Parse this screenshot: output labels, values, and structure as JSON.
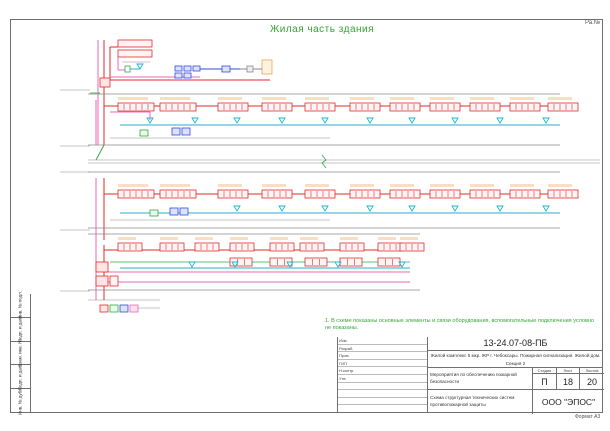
{
  "sheet": {
    "title": "Жилая часть здания",
    "corner_label": "Ра.№",
    "bottom_right_label": "Формат А3"
  },
  "note": "1. В схеме показаны основные элементы и связи оборудования, вспомогательные подключения условно не показаны.",
  "side_strip": [
    "Инв. № подл.",
    "Подп. и дата",
    "Взам. инв. №",
    "Подп. и дата",
    "Инв. № дубл."
  ],
  "title_block": {
    "code": "13-24.07-08-ПБ",
    "object": "Жилой комплекс 5 мкр. ЖР г. Чебоксары. Пожарная сигнализация. Жилой дом. Секция 2",
    "stage_header": "Стадия",
    "sheet_header": "Лист",
    "sheets_header": "Листов",
    "stage": "П",
    "sheet_no": "18",
    "sheets_total": "20",
    "name1": "Мероприятия по обеспечению пожарной безопасности",
    "name2": "Схема структурная технических систем противопожарной защиты",
    "org": "ООО \"ЭПОС\"",
    "rows": [
      "Изм.",
      "Разраб.",
      "Пров.",
      "ГИП",
      "Н.контр.",
      "Утв.",
      "",
      "",
      "",
      ""
    ]
  },
  "diagram": {
    "colors": {
      "red": "#e22a2a",
      "pink": "#e86ab4",
      "cyan": "#22b2cc",
      "green": "#33a845",
      "blue": "#2f4ed8",
      "orange": "#f0a050",
      "gray": "#8a8a8a"
    },
    "top_block": {
      "label": ""
    },
    "band1_modules": [
      "",
      "",
      "",
      "",
      "",
      "",
      "",
      "",
      "",
      "",
      ""
    ],
    "band2_modules": [
      "",
      "",
      "",
      "",
      "",
      "",
      "",
      "",
      "",
      "",
      ""
    ],
    "band3_modules": [
      "",
      "",
      "",
      "",
      "",
      "",
      "",
      "",
      ""
    ]
  }
}
